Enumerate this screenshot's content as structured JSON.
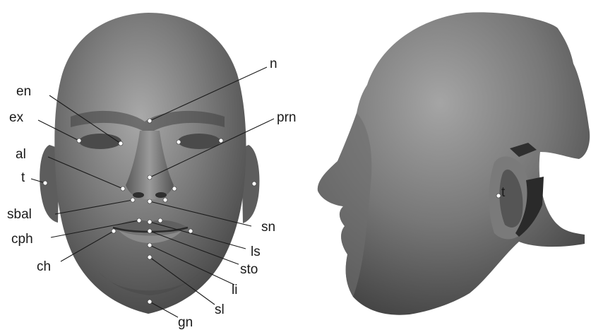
{
  "figure": {
    "views": [
      "frontal",
      "profile"
    ],
    "surface_color": "#6f6f6f",
    "label_color": "#1a1a1a",
    "landmark_color": "#ffffff"
  },
  "frontal_landmarks": {
    "n": "n",
    "prn": "prn",
    "en": "en",
    "ex": "ex",
    "al": "al",
    "t": "t",
    "sbal": "sbal",
    "sn": "sn",
    "cph": "cph",
    "ls": "ls",
    "ch": "ch",
    "sto": "sto",
    "li": "li",
    "sl": "sl",
    "gn": "gn"
  },
  "profile_landmarks": {
    "t": "t"
  }
}
